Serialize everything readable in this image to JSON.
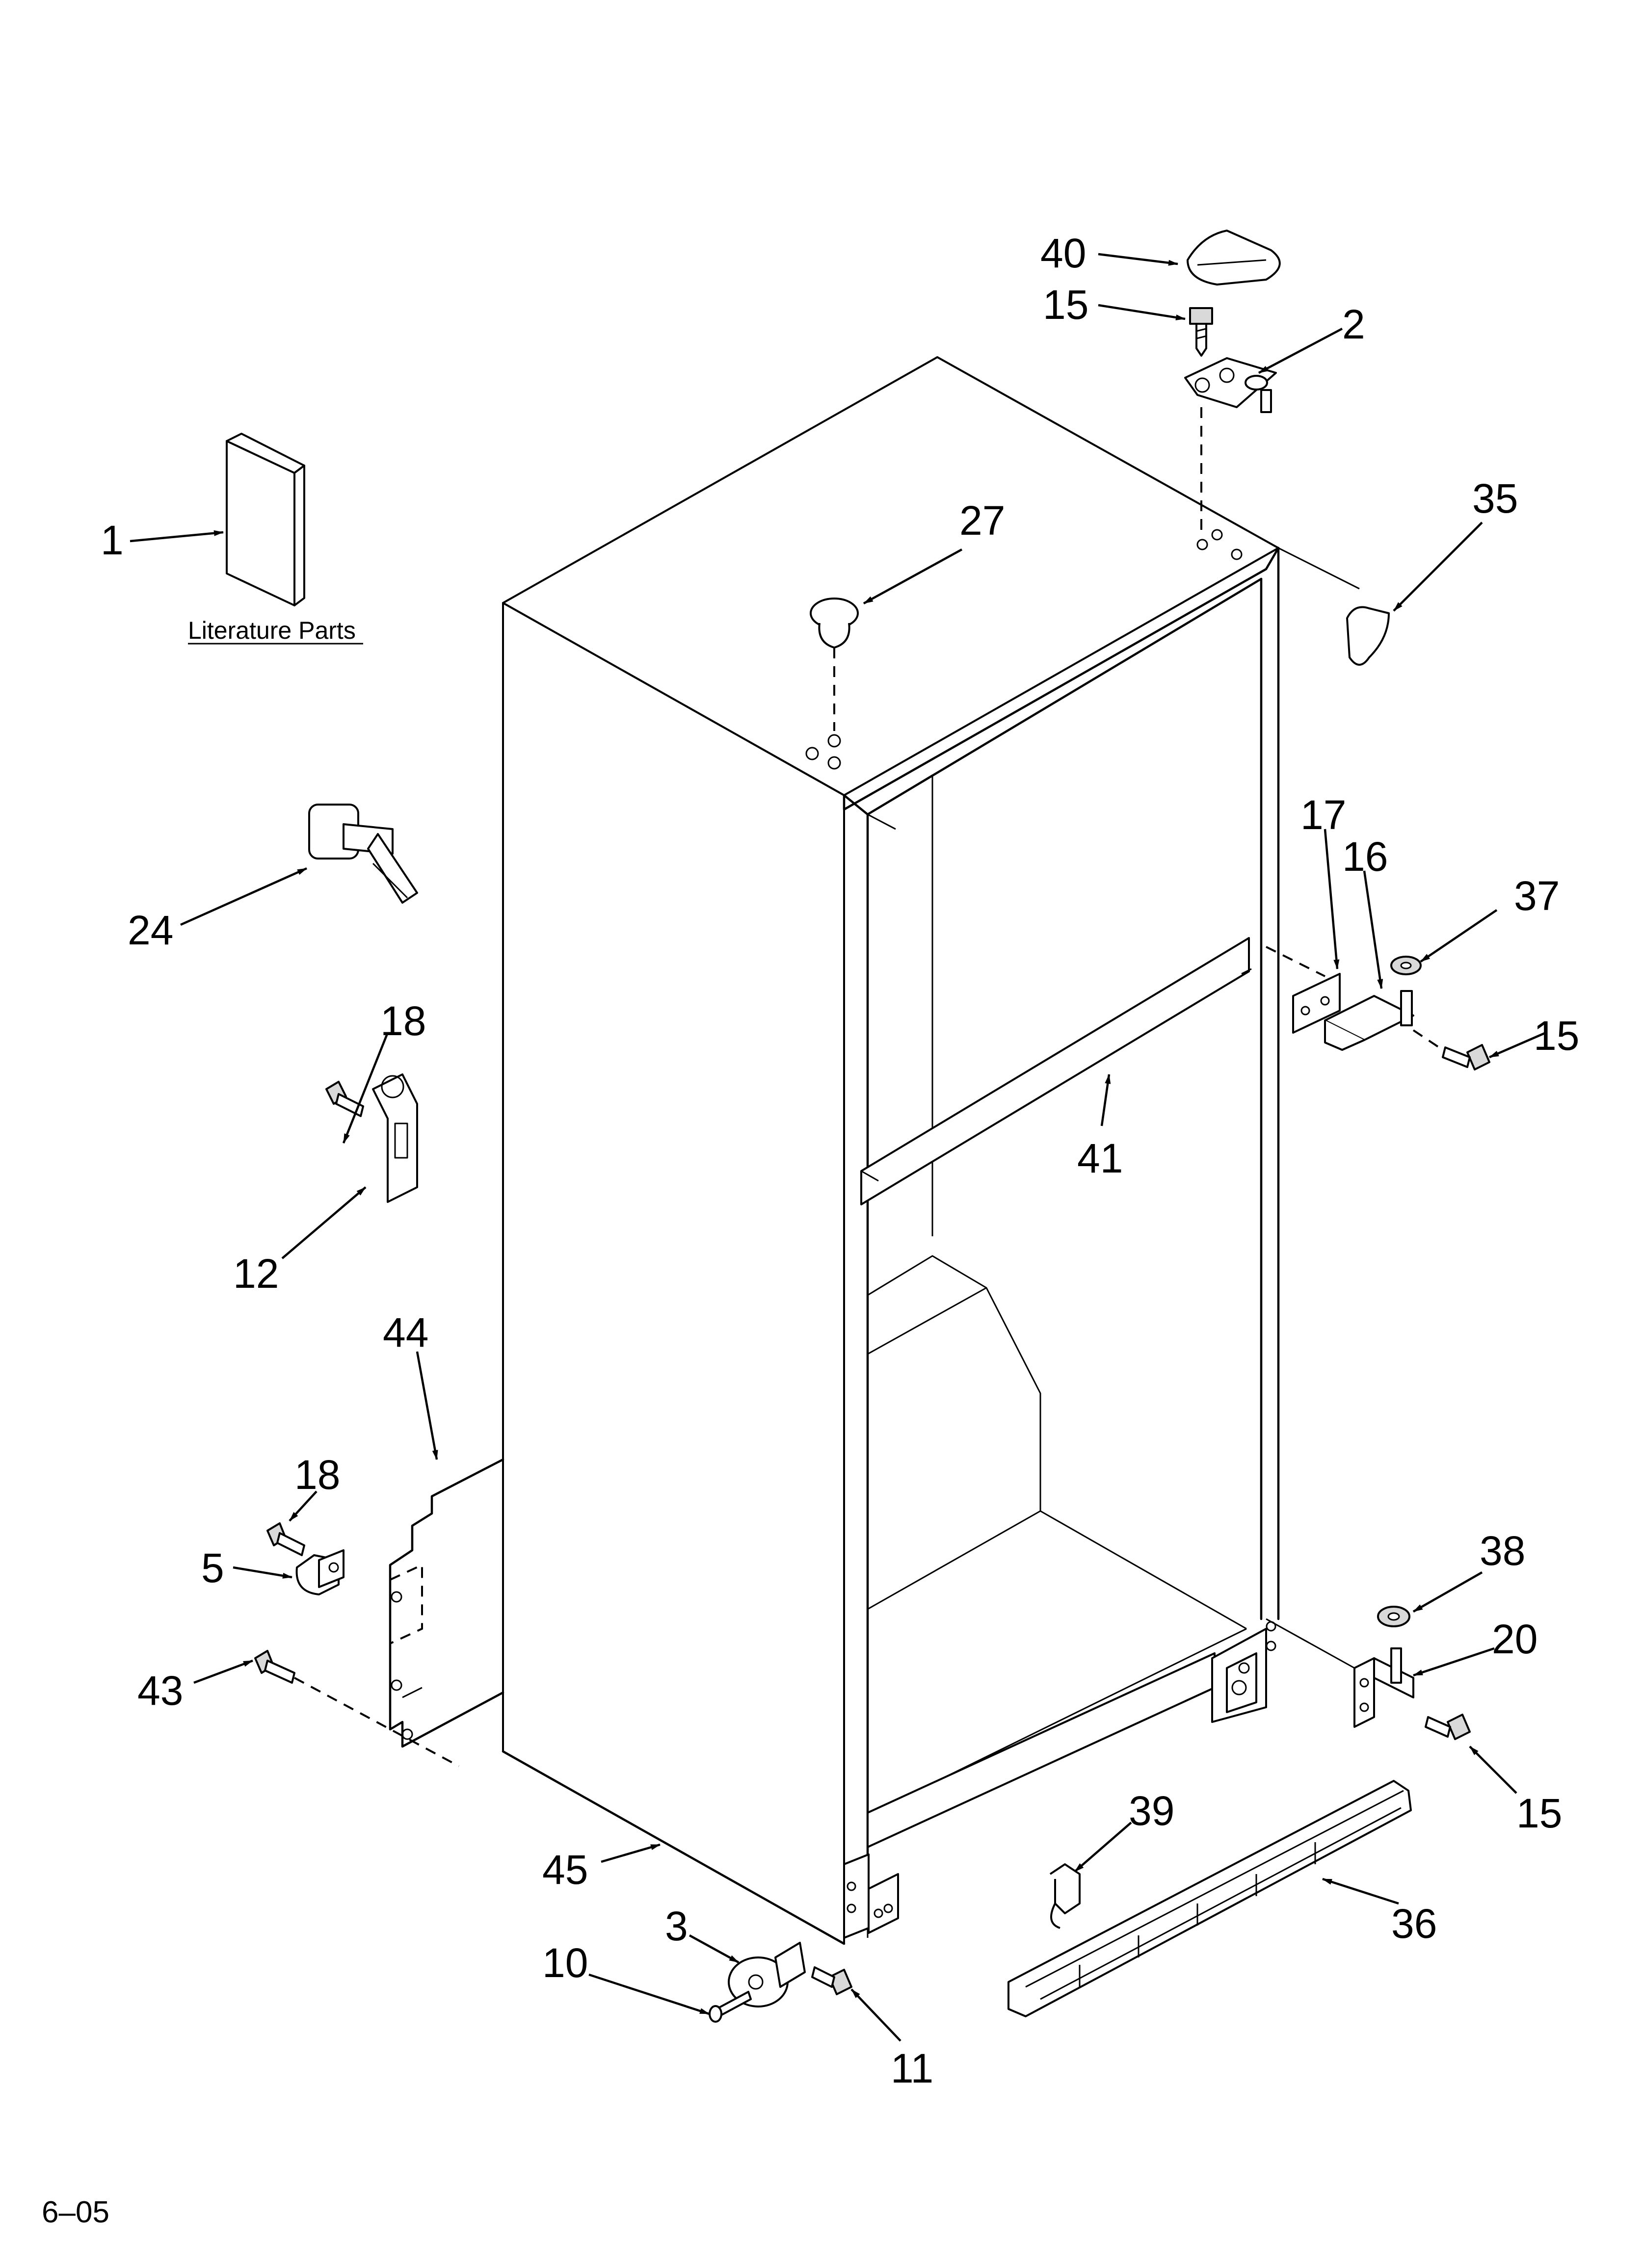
{
  "caption": {
    "literature": "Literature Parts",
    "revision": "6–05"
  },
  "callouts": [
    {
      "id": "1",
      "text": "1"
    },
    {
      "id": "2",
      "text": "2"
    },
    {
      "id": "3",
      "text": "3"
    },
    {
      "id": "5",
      "text": "5"
    },
    {
      "id": "10",
      "text": "10"
    },
    {
      "id": "11",
      "text": "11"
    },
    {
      "id": "12",
      "text": "12"
    },
    {
      "id": "15a",
      "text": "15"
    },
    {
      "id": "15b",
      "text": "15"
    },
    {
      "id": "15c",
      "text": "15"
    },
    {
      "id": "16",
      "text": "16"
    },
    {
      "id": "17",
      "text": "17"
    },
    {
      "id": "18a",
      "text": "18"
    },
    {
      "id": "18b",
      "text": "18"
    },
    {
      "id": "20",
      "text": "20"
    },
    {
      "id": "24",
      "text": "24"
    },
    {
      "id": "27",
      "text": "27"
    },
    {
      "id": "35",
      "text": "35"
    },
    {
      "id": "36",
      "text": "36"
    },
    {
      "id": "37",
      "text": "37"
    },
    {
      "id": "38",
      "text": "38"
    },
    {
      "id": "39",
      "text": "39"
    },
    {
      "id": "40",
      "text": "40"
    },
    {
      "id": "41",
      "text": "41"
    },
    {
      "id": "43",
      "text": "43"
    },
    {
      "id": "44",
      "text": "44"
    },
    {
      "id": "45",
      "text": "45"
    }
  ]
}
